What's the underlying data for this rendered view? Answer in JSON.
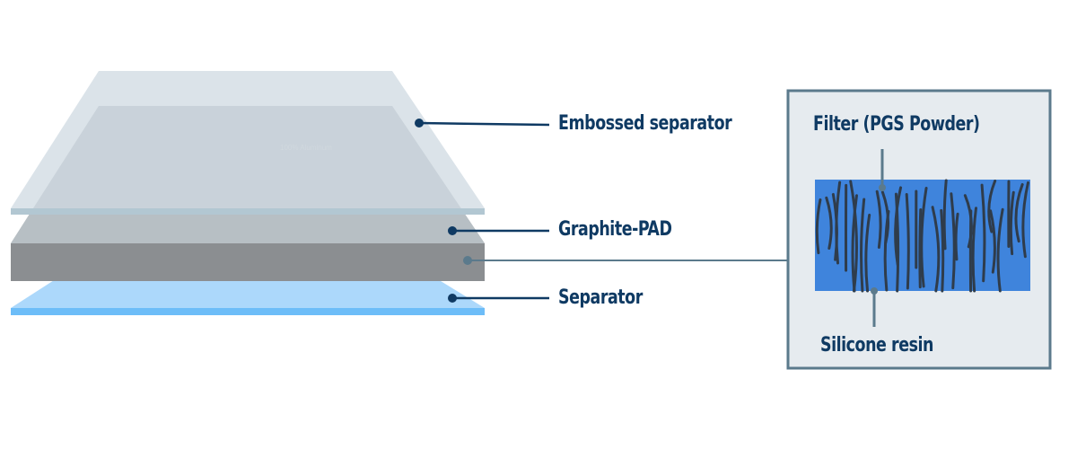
{
  "labels": {
    "embossed_separator": "Embossed separator",
    "graphite_pad": "Graphite-PAD",
    "separator": "Separator",
    "filter": "Filter (PGS Powder)",
    "silicone_resin": "Silicone resin"
  },
  "faint_note": "100% Aluminum",
  "colors": {
    "label": "#0f3a63",
    "leader_dark": "#0f3a63",
    "leader_light": "#5b7a8c",
    "embossed": "#d5dee5",
    "graphite_top": "#a6aaad",
    "graphite_front": "#8b8e91",
    "separator_top": "#acd8fb",
    "separator_edge": "#6dbdf8",
    "inset_bg": "#e6ebef",
    "inset_blue": "#3f84dc",
    "fiber": "#2f3c4b"
  }
}
